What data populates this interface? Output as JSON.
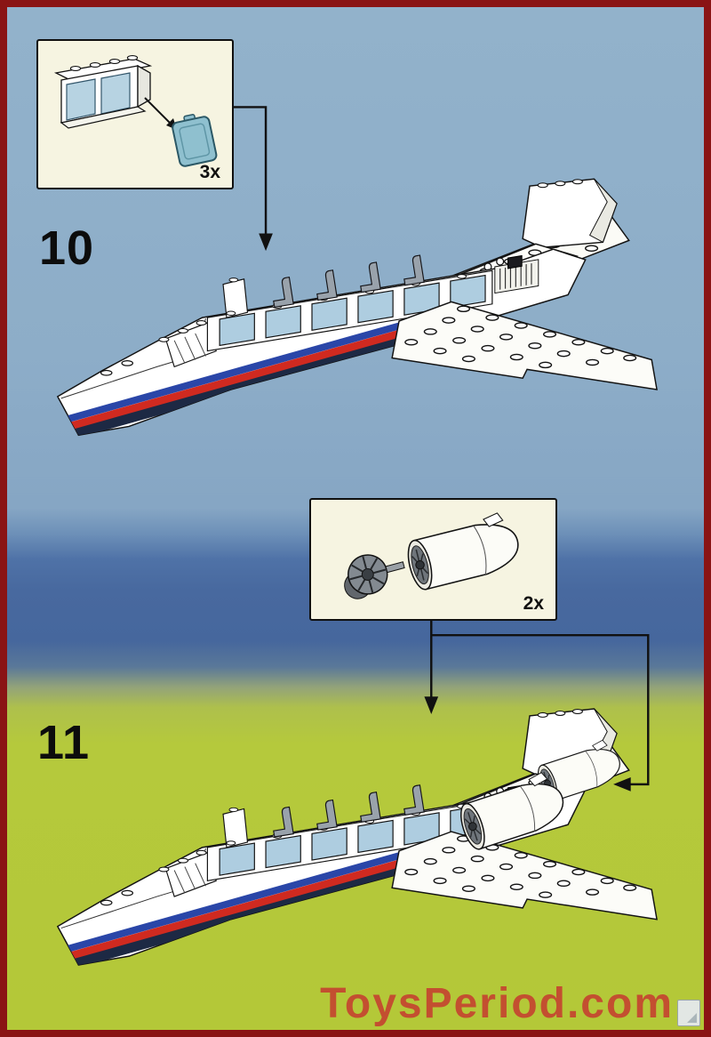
{
  "steps": [
    {
      "number": "10",
      "callout": {
        "count": "3x",
        "part_icon": "window-frame-with-glass-pane"
      }
    },
    {
      "number": "11",
      "callout": {
        "count": "2x",
        "part_icon": "turbine-fan-and-engine-cowling"
      }
    }
  ],
  "watermark": {
    "text": "ToysPeriod.com"
  },
  "colors": {
    "page_border": "#8a1414",
    "sky": "#8fb0ca",
    "sea": "#47689e",
    "ground": "#b5c93c",
    "callout_background": "#f6f4e1",
    "stripe_blue": "#2a46a8",
    "stripe_red": "#d02a20",
    "window_glass": "#aecde0",
    "watermark_red": "#c5392f"
  }
}
